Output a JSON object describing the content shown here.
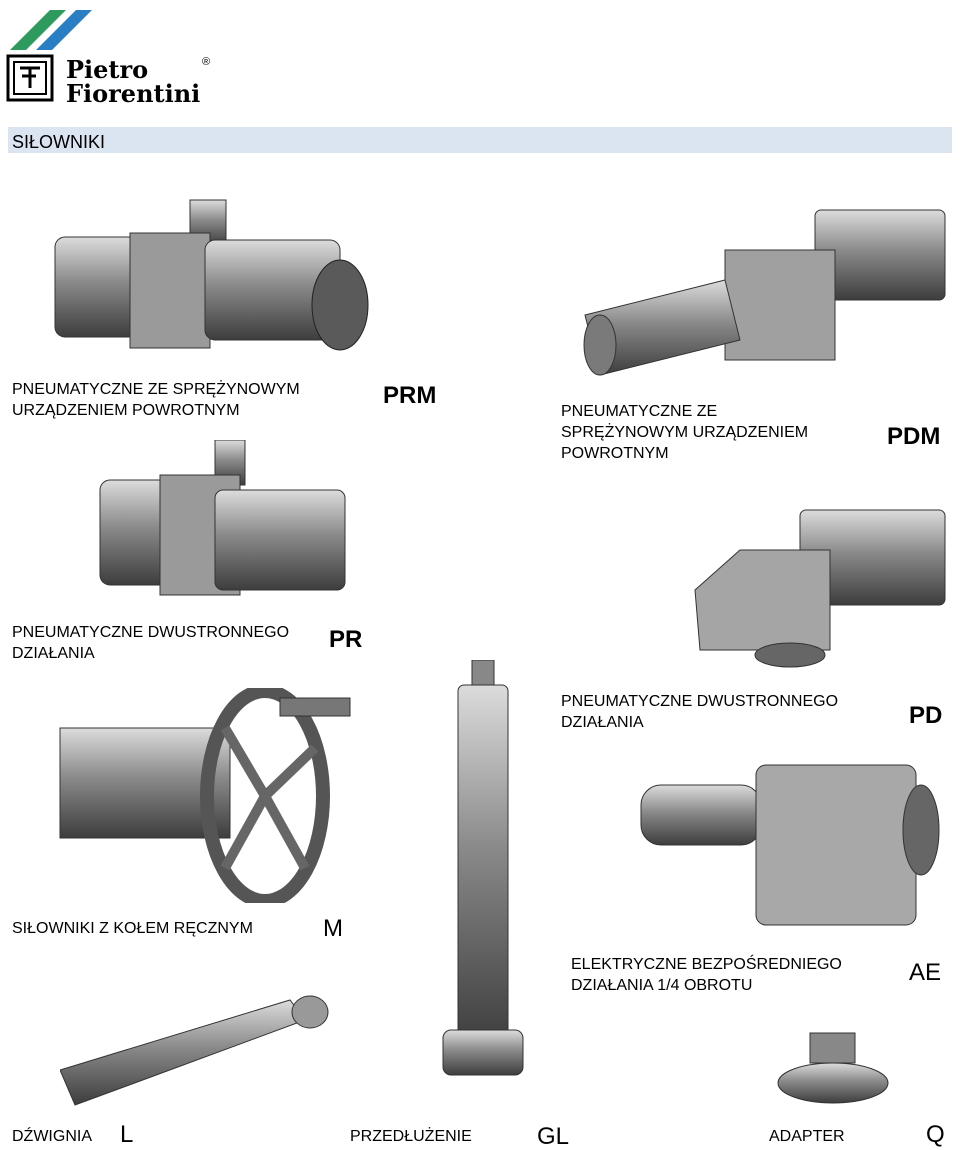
{
  "brand": {
    "line1": "Pietro",
    "line2": "Fiorentini",
    "registered": "®"
  },
  "header": {
    "title": "SIŁOWNIKI"
  },
  "products": [
    {
      "desc1": "PNEUMATYCZNE ZE SPRĘŻYNOWYM",
      "desc2": "URZĄDZENIEM POWROTNYM",
      "code": "PRM"
    },
    {
      "desc1": "PNEUMATYCZNE ZE",
      "desc2": "SPRĘŻYNOWYM URZĄDZENIEM",
      "desc3": "POWROTNYM",
      "code": "PDM"
    },
    {
      "desc1": "PNEUMATYCZNE DWUSTRONNEGO",
      "desc2": "DZIAŁANIA",
      "code": "PR"
    },
    {
      "desc1": "PNEUMATYCZNE DWUSTRONNEGO",
      "desc2": "DZIAŁANIA",
      "code": "PD"
    },
    {
      "desc1": "SIŁOWNIKI Z KOŁEM RĘCZNYM",
      "code": "M"
    },
    {
      "desc1": "ELEKTRYCZNE BEZPOŚREDNIEGO",
      "desc2": "DZIAŁANIA 1/4 OBROTU",
      "code": "AE"
    },
    {
      "desc1": "DŹWIGNIA",
      "code": "L"
    },
    {
      "desc1": "PRZEDŁUŻENIE",
      "code": "GL"
    },
    {
      "desc1": "ADAPTER",
      "code": "Q"
    }
  ],
  "colors": {
    "logo_green": "#2e9a5e",
    "logo_blue": "#2a7fc4",
    "banner": "#dbe5f1",
    "metal": "#9a9a9a"
  }
}
